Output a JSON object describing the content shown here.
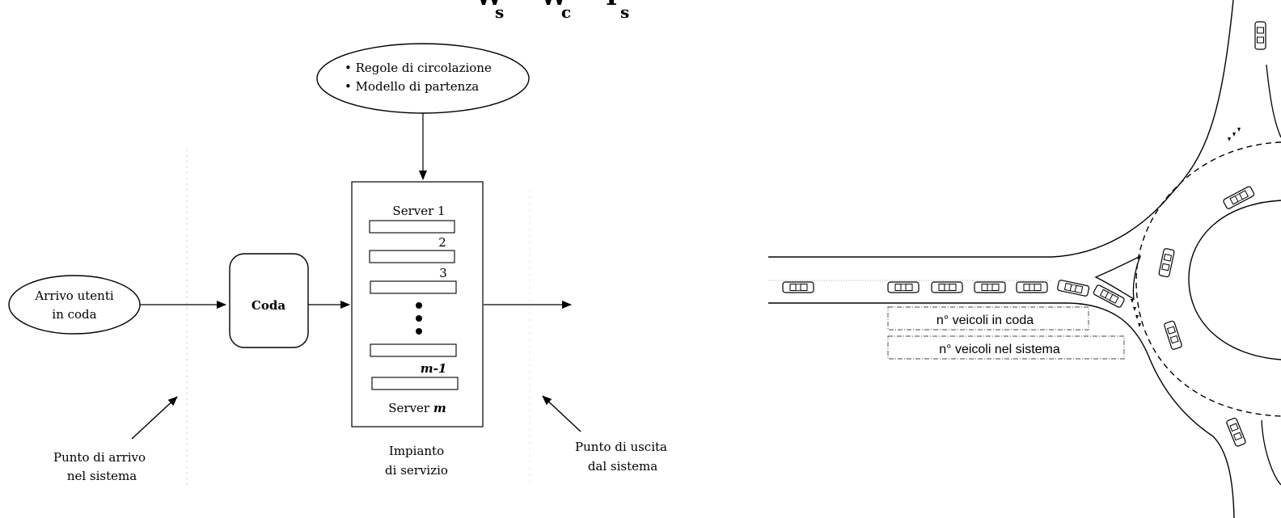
{
  "formula": {
    "lhs": "W",
    "lhs_sub": "s",
    "mid": "W",
    "mid_sub": "c",
    "rhs": "T",
    "rhs_sub": "s"
  },
  "queue_diagram": {
    "arrivals": [
      "Arrivo utenti",
      "in coda"
    ],
    "queue_label": "Coda",
    "rules": [
      "• Regole di circolazione",
      "• Modello di partenza"
    ],
    "servers": {
      "first": "Server 1",
      "second": "2",
      "third": "3",
      "penultimate": "m-1",
      "last_prefix": "Server ",
      "last_var": "m"
    },
    "arrival_point": [
      "Punto di arrivo",
      "nel sistema"
    ],
    "service_facility": [
      "Impianto",
      "di servizio"
    ],
    "exit_point": [
      "Punto di uscita",
      "dal sistema"
    ]
  },
  "roundabout": {
    "queue_label": "n° veicoli in coda",
    "system_label": "n° veicoli nel sistema"
  }
}
